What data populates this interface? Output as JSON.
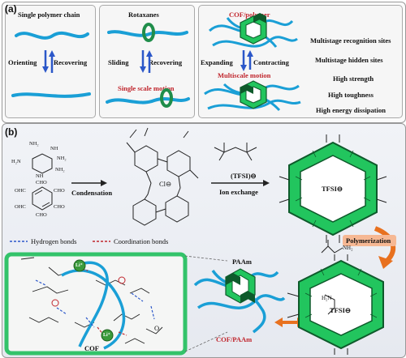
{
  "panel_a": {
    "letter": "(a)",
    "col1": {
      "title": "Single polymer chain",
      "left": "Orienting",
      "right": "Recovering"
    },
    "col2": {
      "title": "Rotaxanes",
      "left": "Sliding",
      "right": "Recovering",
      "motion": "Single scale motion"
    },
    "col3": {
      "title": "COF/polymer",
      "left": "Expanding",
      "right": "Contracting",
      "motion": "Multiscale motion"
    },
    "properties": [
      "Multistage recognition sites",
      "Multistage hidden sites",
      "High strength",
      "High toughness",
      "High energy dissipation"
    ]
  },
  "panel_b": {
    "letter": "(b)",
    "monomer1_groups": [
      "NH₂",
      "NH",
      "NH₂",
      "H₂N",
      "NH₂",
      "NH"
    ],
    "monomer2_groups": [
      "CHO",
      "CHO",
      "OHC",
      "CHO",
      "OHC",
      "CHO"
    ],
    "condensation": "Condensation",
    "anion_cl": "Cl⊖",
    "tfsi_formula": "(TFSI)⊖",
    "ion_exchange": "Ion exchange",
    "tfsi_label_top": "TFSI⊖",
    "polymerization": "Polymerization",
    "monomer_label": "NH₂",
    "legend_hbond": "Hydrogen bonds",
    "legend_coord": "Coordination bonds",
    "paam": "PAAm",
    "cof_paam": "COF/PAAm",
    "cof": "COF",
    "tfsi_label_bottom": "TFSI⊖",
    "li": "Li⁺",
    "o": "O",
    "nh2": "H₂N"
  },
  "colors": {
    "chain": "#1a9fd6",
    "cof_green": "#22c55e",
    "cof_dark": "#0e5a2b",
    "arrow_blue": "#2b57c9",
    "arrow_orange": "#e8711f",
    "red_text": "#c0262d",
    "inset_border": "#33c36a"
  }
}
